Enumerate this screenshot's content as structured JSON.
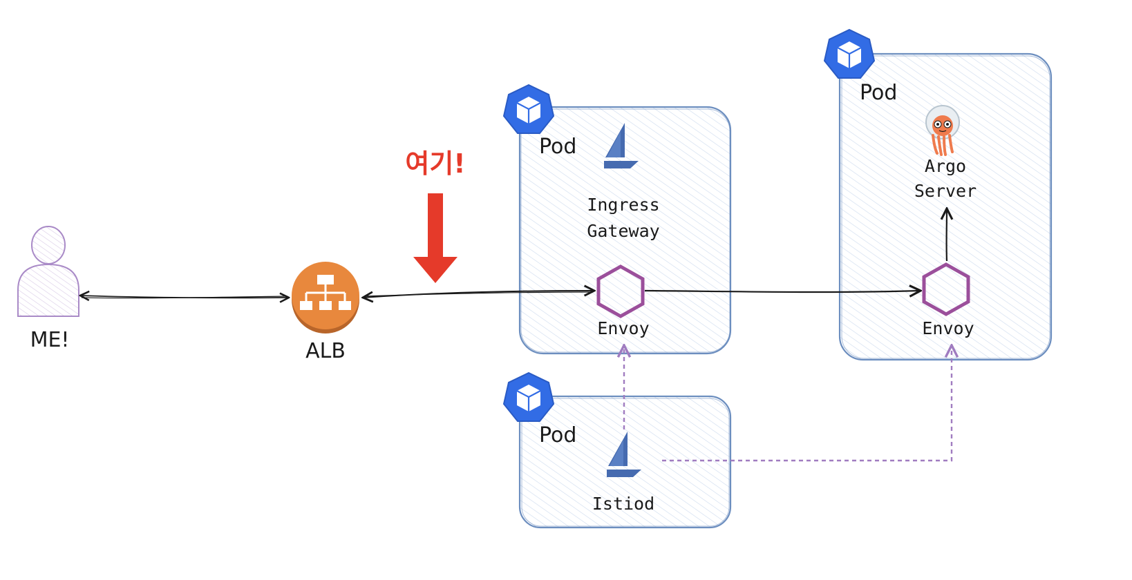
{
  "diagram": {
    "nodes": {
      "me": {
        "label": "ME!"
      },
      "alb": {
        "label": "ALB"
      },
      "callout": {
        "label": "여기!"
      },
      "pod_ingress": {
        "title": "Pod",
        "app_label_line1": "Ingress",
        "app_label_line2": "Gateway",
        "proxy_label": "Envoy"
      },
      "pod_istiod": {
        "title": "Pod",
        "app_label": "Istiod"
      },
      "pod_argo": {
        "title": "Pod",
        "app_label_line1": "Argo",
        "app_label_line2": "Server",
        "proxy_label": "Envoy"
      }
    },
    "edges": [
      {
        "from": "me",
        "to": "alb",
        "style": "solid",
        "direction": "both"
      },
      {
        "from": "alb",
        "to": "pod_ingress.envoy",
        "style": "solid",
        "direction": "both"
      },
      {
        "from": "pod_ingress.envoy",
        "to": "pod_argo.envoy",
        "style": "solid",
        "direction": "forward"
      },
      {
        "from": "pod_argo.envoy",
        "to": "pod_argo.app",
        "style": "solid",
        "direction": "forward"
      },
      {
        "from": "pod_istiod",
        "to": "pod_ingress.envoy",
        "style": "dashed",
        "direction": "forward"
      },
      {
        "from": "pod_istiod",
        "to": "pod_argo.envoy",
        "style": "dashed",
        "direction": "forward"
      }
    ],
    "colors": {
      "pod_border": "#6c8ebf",
      "pod_hatch": "#cfdcef",
      "k8s_blue": "#326ce5",
      "envoy_purple": "#9b4f9b",
      "alb_orange": "#e8883d",
      "istio_blue": "#466bb0",
      "callout_red": "#e53a2a",
      "dashed_purple": "#a07cc0",
      "person_purple": "#a98ac7"
    },
    "icons": [
      "user-icon",
      "alb-icon",
      "kubernetes-cube-icon",
      "envoy-hexagon-icon",
      "istio-sail-icon",
      "argo-octopus-icon"
    ]
  }
}
